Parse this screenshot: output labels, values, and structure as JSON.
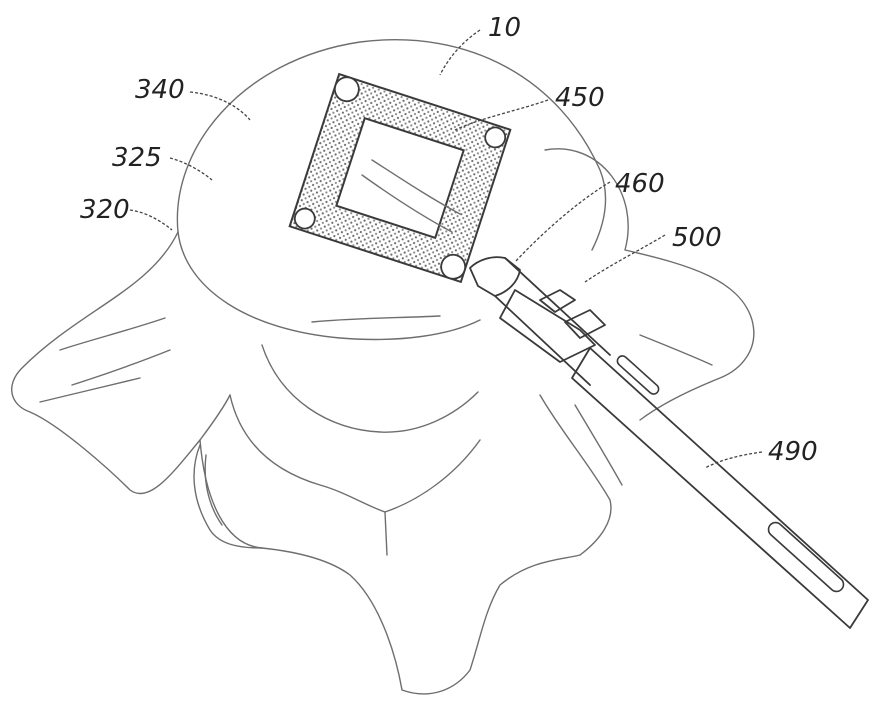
{
  "figure": {
    "colors": {
      "line": "#6e6e6e",
      "dark_line": "#3a3a3a",
      "stipple": "#7a7a7a",
      "label": "#222222",
      "background": "#ffffff"
    },
    "labels": {
      "implant": "10",
      "endplate": "340",
      "body": "325",
      "vertebra": "320",
      "window": "450",
      "engagement": "460",
      "grip": "500",
      "shaft": "490"
    }
  }
}
